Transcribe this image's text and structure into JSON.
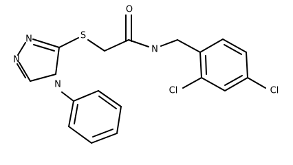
{
  "atoms": {
    "O": "O",
    "S": "S",
    "N_amide": "N",
    "N_ring1": "N",
    "N_ring2": "N",
    "N_ring4": "N",
    "Cl_ortho": "Cl",
    "Cl_para": "Cl"
  },
  "colors": {
    "bond": "#000000",
    "label": "#000000",
    "background": "#ffffff"
  }
}
